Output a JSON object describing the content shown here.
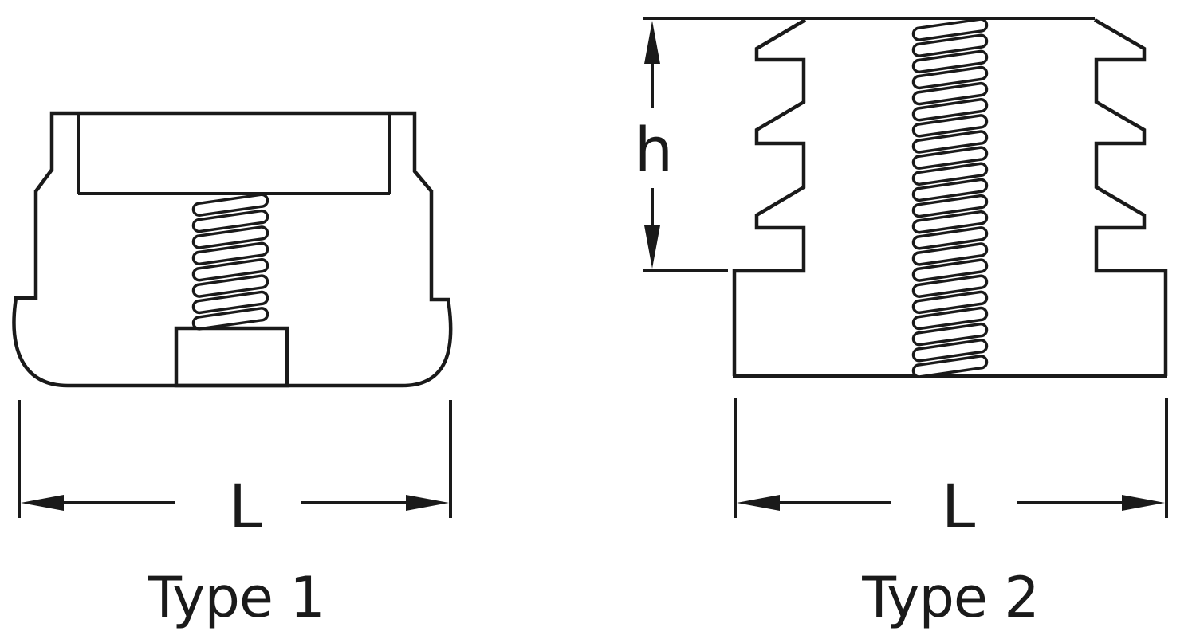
{
  "type1": {
    "caption": "Type 1",
    "dimension_length": "L"
  },
  "type2": {
    "caption": "Type 2",
    "dimension_length": "L",
    "dimension_height": "h"
  },
  "colors": {
    "line": "#1a1a1a",
    "background": "#ffffff"
  }
}
